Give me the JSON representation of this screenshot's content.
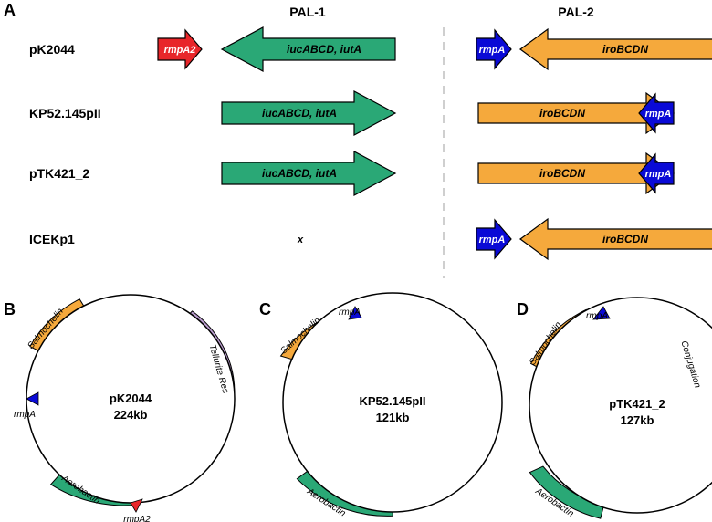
{
  "panels": {
    "a": "A",
    "b": "B",
    "c": "C",
    "d": "D"
  },
  "pal_titles": {
    "pal1": "PAL-1",
    "pal2": "PAL-2"
  },
  "colors": {
    "aerobactin": "#2aa876",
    "salmochelin": "#f5a93c",
    "rmpA": "#0a0ad6",
    "rmpA2": "#e8262a",
    "tellurite": "#b89bcc",
    "conjugation": "#3aaee0"
  },
  "rows": [
    {
      "label": "pK2044",
      "rmpA2": "rmpA2",
      "iuc": "iucABCD, iutA",
      "iro": "iroBCDN",
      "rmpA": "rmpA"
    },
    {
      "label": "KP52.145pII",
      "iuc": "iucABCD, iutA",
      "iro": "iroBCDN",
      "rmpA": "rmpA"
    },
    {
      "label": "pTK421_2",
      "iuc": "iucABCD, iutA",
      "iro": "iroBCDN",
      "rmpA": "rmpA"
    },
    {
      "label": "ICEKp1",
      "absent": "x",
      "iro": "iroBCDN",
      "rmpA": "rmpA"
    }
  ],
  "plasmids": {
    "b": {
      "name": "pK2044",
      "size": "224kb",
      "salmochelin": "Salmochelin",
      "tellurite": "Tellurite Res",
      "rmpA": "rmpA",
      "aerobactin": "Aerobactin",
      "rmpA2": "rmpA2"
    },
    "c": {
      "name": "KP52.145pII",
      "size": "121kb",
      "salmochelin": "Salmochelin",
      "rmpA": "rmpA",
      "aerobactin": "Aerobactin"
    },
    "d": {
      "name": "pTK421_2",
      "size": "127kb",
      "salmochelin": "Salmochelin",
      "rmpA": "rmpA",
      "conjugation": "Conjugation",
      "aerobactin": "Aerobactin"
    }
  }
}
